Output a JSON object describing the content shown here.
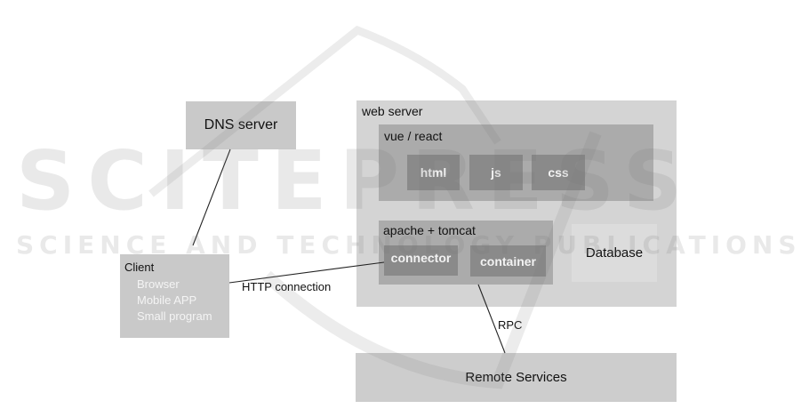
{
  "diagram": {
    "dns": {
      "label": "DNS server"
    },
    "client": {
      "title": "Client",
      "items": [
        "Browser",
        "Mobile APP",
        "Small program"
      ]
    },
    "connections": {
      "client_to_connector": "HTTP connection",
      "container_to_remote": "RPC"
    },
    "web_server": {
      "label": "web server",
      "frontend": {
        "label": "vue / react",
        "chips": [
          "html",
          "js",
          "css"
        ]
      },
      "backend": {
        "label": "apache + tomcat",
        "chips": [
          "connector",
          "container"
        ]
      },
      "database": {
        "label": "Database"
      }
    },
    "remote": {
      "label": "Remote Services"
    }
  },
  "watermark": {
    "line1": "SCITEPRESS",
    "line2": "SCIENCE AND TECHNOLOGY PUBLICATIONS"
  },
  "colors": {
    "light_box": "#d4d4d4",
    "mid_box": "#ababab",
    "chip": "#8a8a8a",
    "node_box": "#c9c9c9",
    "database_box": "#dcdcdc"
  }
}
